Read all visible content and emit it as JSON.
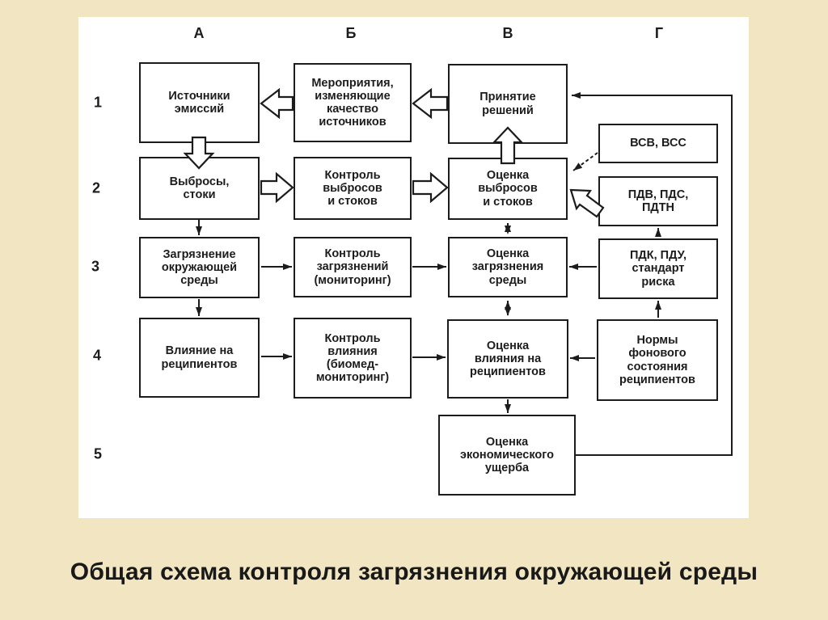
{
  "page": {
    "caption": "Общая схема контроля загрязнения окружающей среды",
    "colors": {
      "background": "#f1e6c1",
      "panel": "#ffffff",
      "ink": "#1c1c1c"
    }
  },
  "diagram": {
    "column_headers": [
      "А",
      "Б",
      "В",
      "Г"
    ],
    "row_labels": [
      "1",
      "2",
      "3",
      "4",
      "5"
    ],
    "boxes": {
      "a1": {
        "label": "Источники\nэмиссий",
        "column": "А",
        "row": 1
      },
      "a2": {
        "label": "Выбросы,\nстоки",
        "column": "А",
        "row": 2
      },
      "a3": {
        "label": "Загрязнение\nокружающей\nсреды",
        "column": "А",
        "row": 3
      },
      "a4": {
        "label": "Влияние на\nреципиентов",
        "column": "А",
        "row": 4
      },
      "b1": {
        "label": "Мероприятия,\nизменяющие\nкачество\nисточников",
        "column": "Б",
        "row": 1
      },
      "b2": {
        "label": "Контроль\nвыбросов\nи стоков",
        "column": "Б",
        "row": 2
      },
      "b3": {
        "label": "Контроль\nзагрязнений\n(мониторинг)",
        "column": "Б",
        "row": 3
      },
      "b4": {
        "label": "Контроль\nвлияния\n(биомед-\nмониторинг)",
        "column": "Б",
        "row": 4
      },
      "c1": {
        "label": "Принятие\nрешений",
        "column": "В",
        "row": 1
      },
      "c2": {
        "label": "Оценка\nвыбросов\nи стоков",
        "column": "В",
        "row": 2
      },
      "c3": {
        "label": "Оценка\nзагрязнения\nсреды",
        "column": "В",
        "row": 3
      },
      "c4": {
        "label": "Оценка\nвлияния на\nреципиентов",
        "column": "В",
        "row": 4
      },
      "c5": {
        "label": "Оценка\nэкономического\nущерба",
        "column": "В",
        "row": 5
      },
      "d1": {
        "label": "ВСВ, ВСС",
        "column": "Г",
        "row": 1
      },
      "d2": {
        "label": "ПДВ, ПДС,\nПДТН",
        "column": "Г",
        "row": 2
      },
      "d3": {
        "label": "ПДК, ПДУ,\nстандарт\nриска",
        "column": "Г",
        "row": 3
      },
      "d4": {
        "label": "Нормы\nфонового\nсостояния\nреципиентов",
        "column": "Г",
        "row": 4
      }
    },
    "edges": [
      {
        "from": "c1",
        "to": "b1",
        "style": "block"
      },
      {
        "from": "b1",
        "to": "a1",
        "style": "block"
      },
      {
        "from": "a1",
        "to": "a2",
        "style": "block"
      },
      {
        "from": "a2",
        "to": "b2",
        "style": "block"
      },
      {
        "from": "b2",
        "to": "c2",
        "style": "block"
      },
      {
        "from": "c2",
        "to": "c1",
        "style": "block"
      },
      {
        "from": "d2",
        "to": "c2",
        "style": "block"
      },
      {
        "from": "a2",
        "to": "a3",
        "style": "thin"
      },
      {
        "from": "a3",
        "to": "a4",
        "style": "thin"
      },
      {
        "from": "a3",
        "to": "b3",
        "style": "thin"
      },
      {
        "from": "b3",
        "to": "c3",
        "style": "thin"
      },
      {
        "from": "a4",
        "to": "b4",
        "style": "thin"
      },
      {
        "from": "b4",
        "to": "c4",
        "style": "thin"
      },
      {
        "from": "d3",
        "to": "c3",
        "style": "thin"
      },
      {
        "from": "d4",
        "to": "c4",
        "style": "thin"
      },
      {
        "from": "d3",
        "to": "d2",
        "style": "thin"
      },
      {
        "from": "d4",
        "to": "d3",
        "style": "thin"
      },
      {
        "from": "c4",
        "to": "c5",
        "style": "thin"
      },
      {
        "from": "c5",
        "to": "c1",
        "style": "thin-elbow"
      },
      {
        "from": "c2",
        "to": "c3",
        "style": "dashed-double"
      },
      {
        "from": "c3",
        "to": "c4",
        "style": "dashed-double"
      },
      {
        "from": "d1",
        "to": "c2",
        "style": "dashed"
      }
    ]
  }
}
